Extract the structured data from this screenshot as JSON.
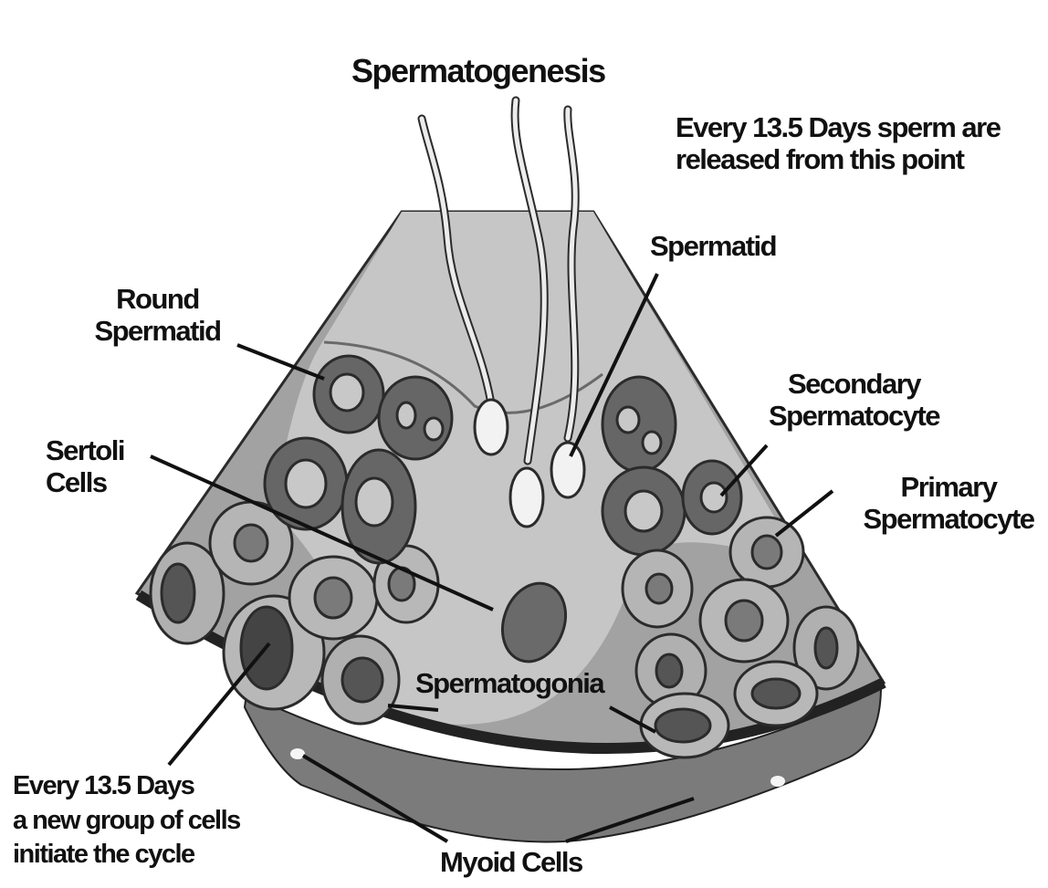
{
  "title": "Spermatogenesis",
  "labels": {
    "sperm_release": [
      "Every 13.5 Days sperm are",
      "released from this point"
    ],
    "spermatid": "Spermatid",
    "round_spermatid": [
      "Round",
      "Spermatid"
    ],
    "secondary_spermatocyte": [
      "Secondary",
      "Spermatocyte"
    ],
    "sertoli_cells": [
      "Sertoli",
      "Cells"
    ],
    "primary_spermatocyte": [
      "Primary",
      "Spermatocyte"
    ],
    "spermatogonia": "Spermatogonia",
    "new_group": [
      "Every 13.5 Days",
      "a new group of cells",
      "initiate the cycle"
    ],
    "myoid_cells": "Myoid Cells"
  },
  "colors": {
    "lumen": "#c4c4c4",
    "outer_wedge": "#9e9e9e",
    "cell_fill": "#bdbdbd",
    "cell_dark": "#5a5a5a",
    "nucleus": "#6e6e6e",
    "membrane": "#2b2b2b",
    "myoid": "#7d7d7d",
    "sperm_head": "#f2f2f2",
    "line": "#111111"
  }
}
